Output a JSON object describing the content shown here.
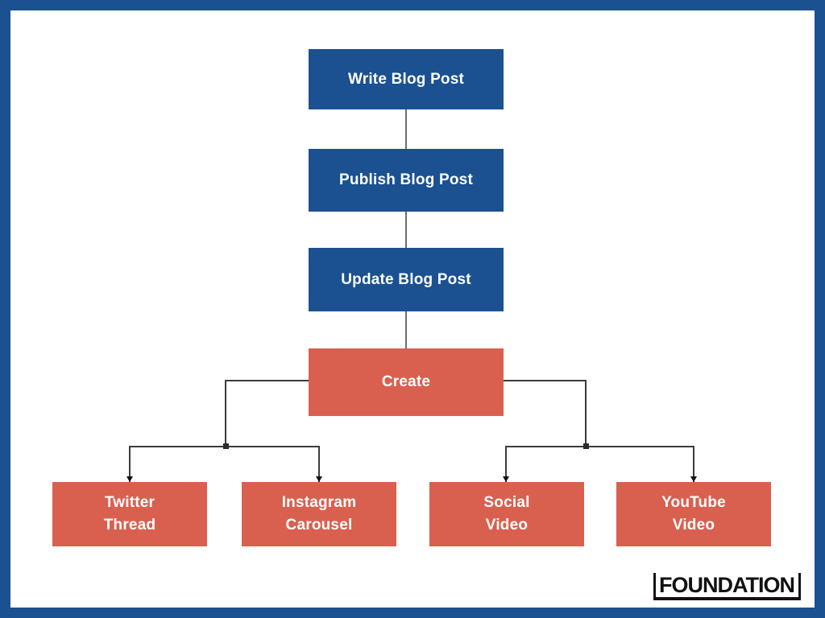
{
  "diagram": {
    "nodes": {
      "write": {
        "label": "Write Blog Post",
        "color": "#1B5191"
      },
      "publish": {
        "label": "Publish Blog Post",
        "color": "#1B5191"
      },
      "update": {
        "label": "Update Blog Post",
        "color": "#1B5191"
      },
      "create": {
        "label": "Create",
        "color": "#D9604F"
      },
      "twitter": {
        "lines": [
          "Twitter",
          "Thread"
        ],
        "color": "#D9604F"
      },
      "instagram": {
        "lines": [
          "Instagram",
          "Carousel"
        ],
        "color": "#D9604F"
      },
      "social": {
        "lines": [
          "Social",
          "Video"
        ],
        "color": "#D9604F"
      },
      "youtube": {
        "lines": [
          "YouTube",
          "Video"
        ],
        "color": "#D9604F"
      }
    },
    "edges": [
      {
        "from": "Write Blog Post",
        "to": "Publish Blog Post"
      },
      {
        "from": "Publish Blog Post",
        "to": "Update Blog Post"
      },
      {
        "from": "Update Blog Post",
        "to": "Create"
      },
      {
        "from": "Create",
        "to": "Twitter Thread"
      },
      {
        "from": "Create",
        "to": "Instagram Carousel"
      },
      {
        "from": "Create",
        "to": "Social Video"
      },
      {
        "from": "Create",
        "to": "YouTube Video"
      }
    ],
    "colors": {
      "frame_border": "#1B5191",
      "node_blue": "#1B5191",
      "node_red": "#D9604F",
      "connector": "#4a4a4a",
      "node_text": "#FFFFFF"
    }
  },
  "logo": {
    "text": "FOUNDATION"
  }
}
